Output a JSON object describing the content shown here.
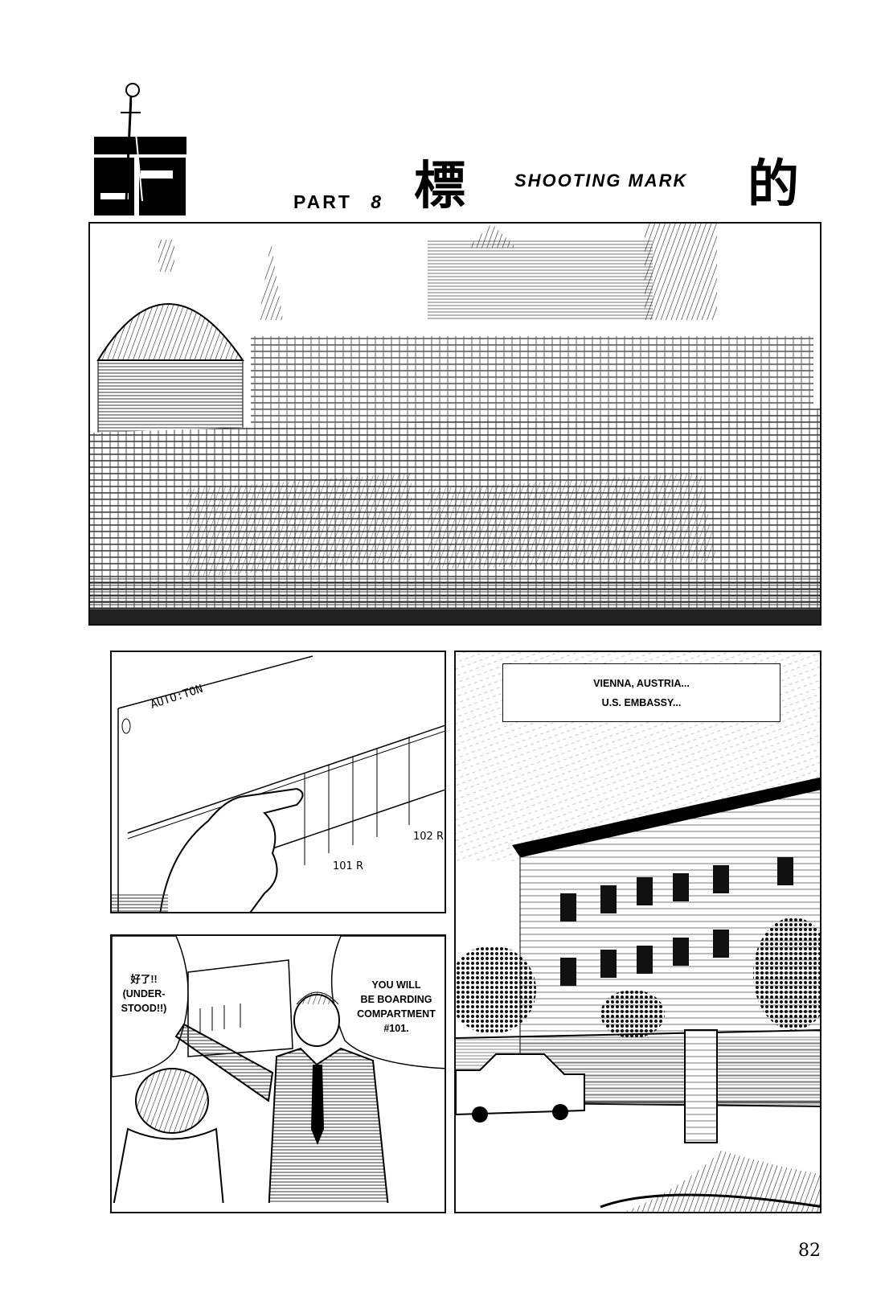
{
  "header": {
    "part_label": "PART",
    "part_number": "8",
    "title_kanji_left": "標",
    "title_english": "SHOOTING MARK",
    "title_kanji_right": "的"
  },
  "panels": [
    {
      "id": "panel-1",
      "scene": "Vienna cityscape with domed church and rooftops"
    },
    {
      "id": "panel-2",
      "scene": "Hand pointing at train compartment diagram",
      "diagram_labels": [
        "101 R",
        "102 R"
      ]
    },
    {
      "id": "panel-3",
      "scene": "U.S. Embassy building behind iron fence with parked car",
      "caption": {
        "line1": "VIENNA, AUSTRIA...",
        "line2": "U.S. EMBASSY..."
      }
    },
    {
      "id": "panel-4",
      "scene": "Man in suit pointing at diagram board",
      "balloons": [
        {
          "line1": "好了!!",
          "line2": "(UNDER-",
          "line3": "STOOD!!)"
        },
        {
          "line1": "YOU WILL",
          "line2": "BE BOARDING",
          "line3": "COMPARTMENT",
          "line4": "#101."
        }
      ]
    }
  ],
  "footer": {
    "page_number": "82"
  }
}
